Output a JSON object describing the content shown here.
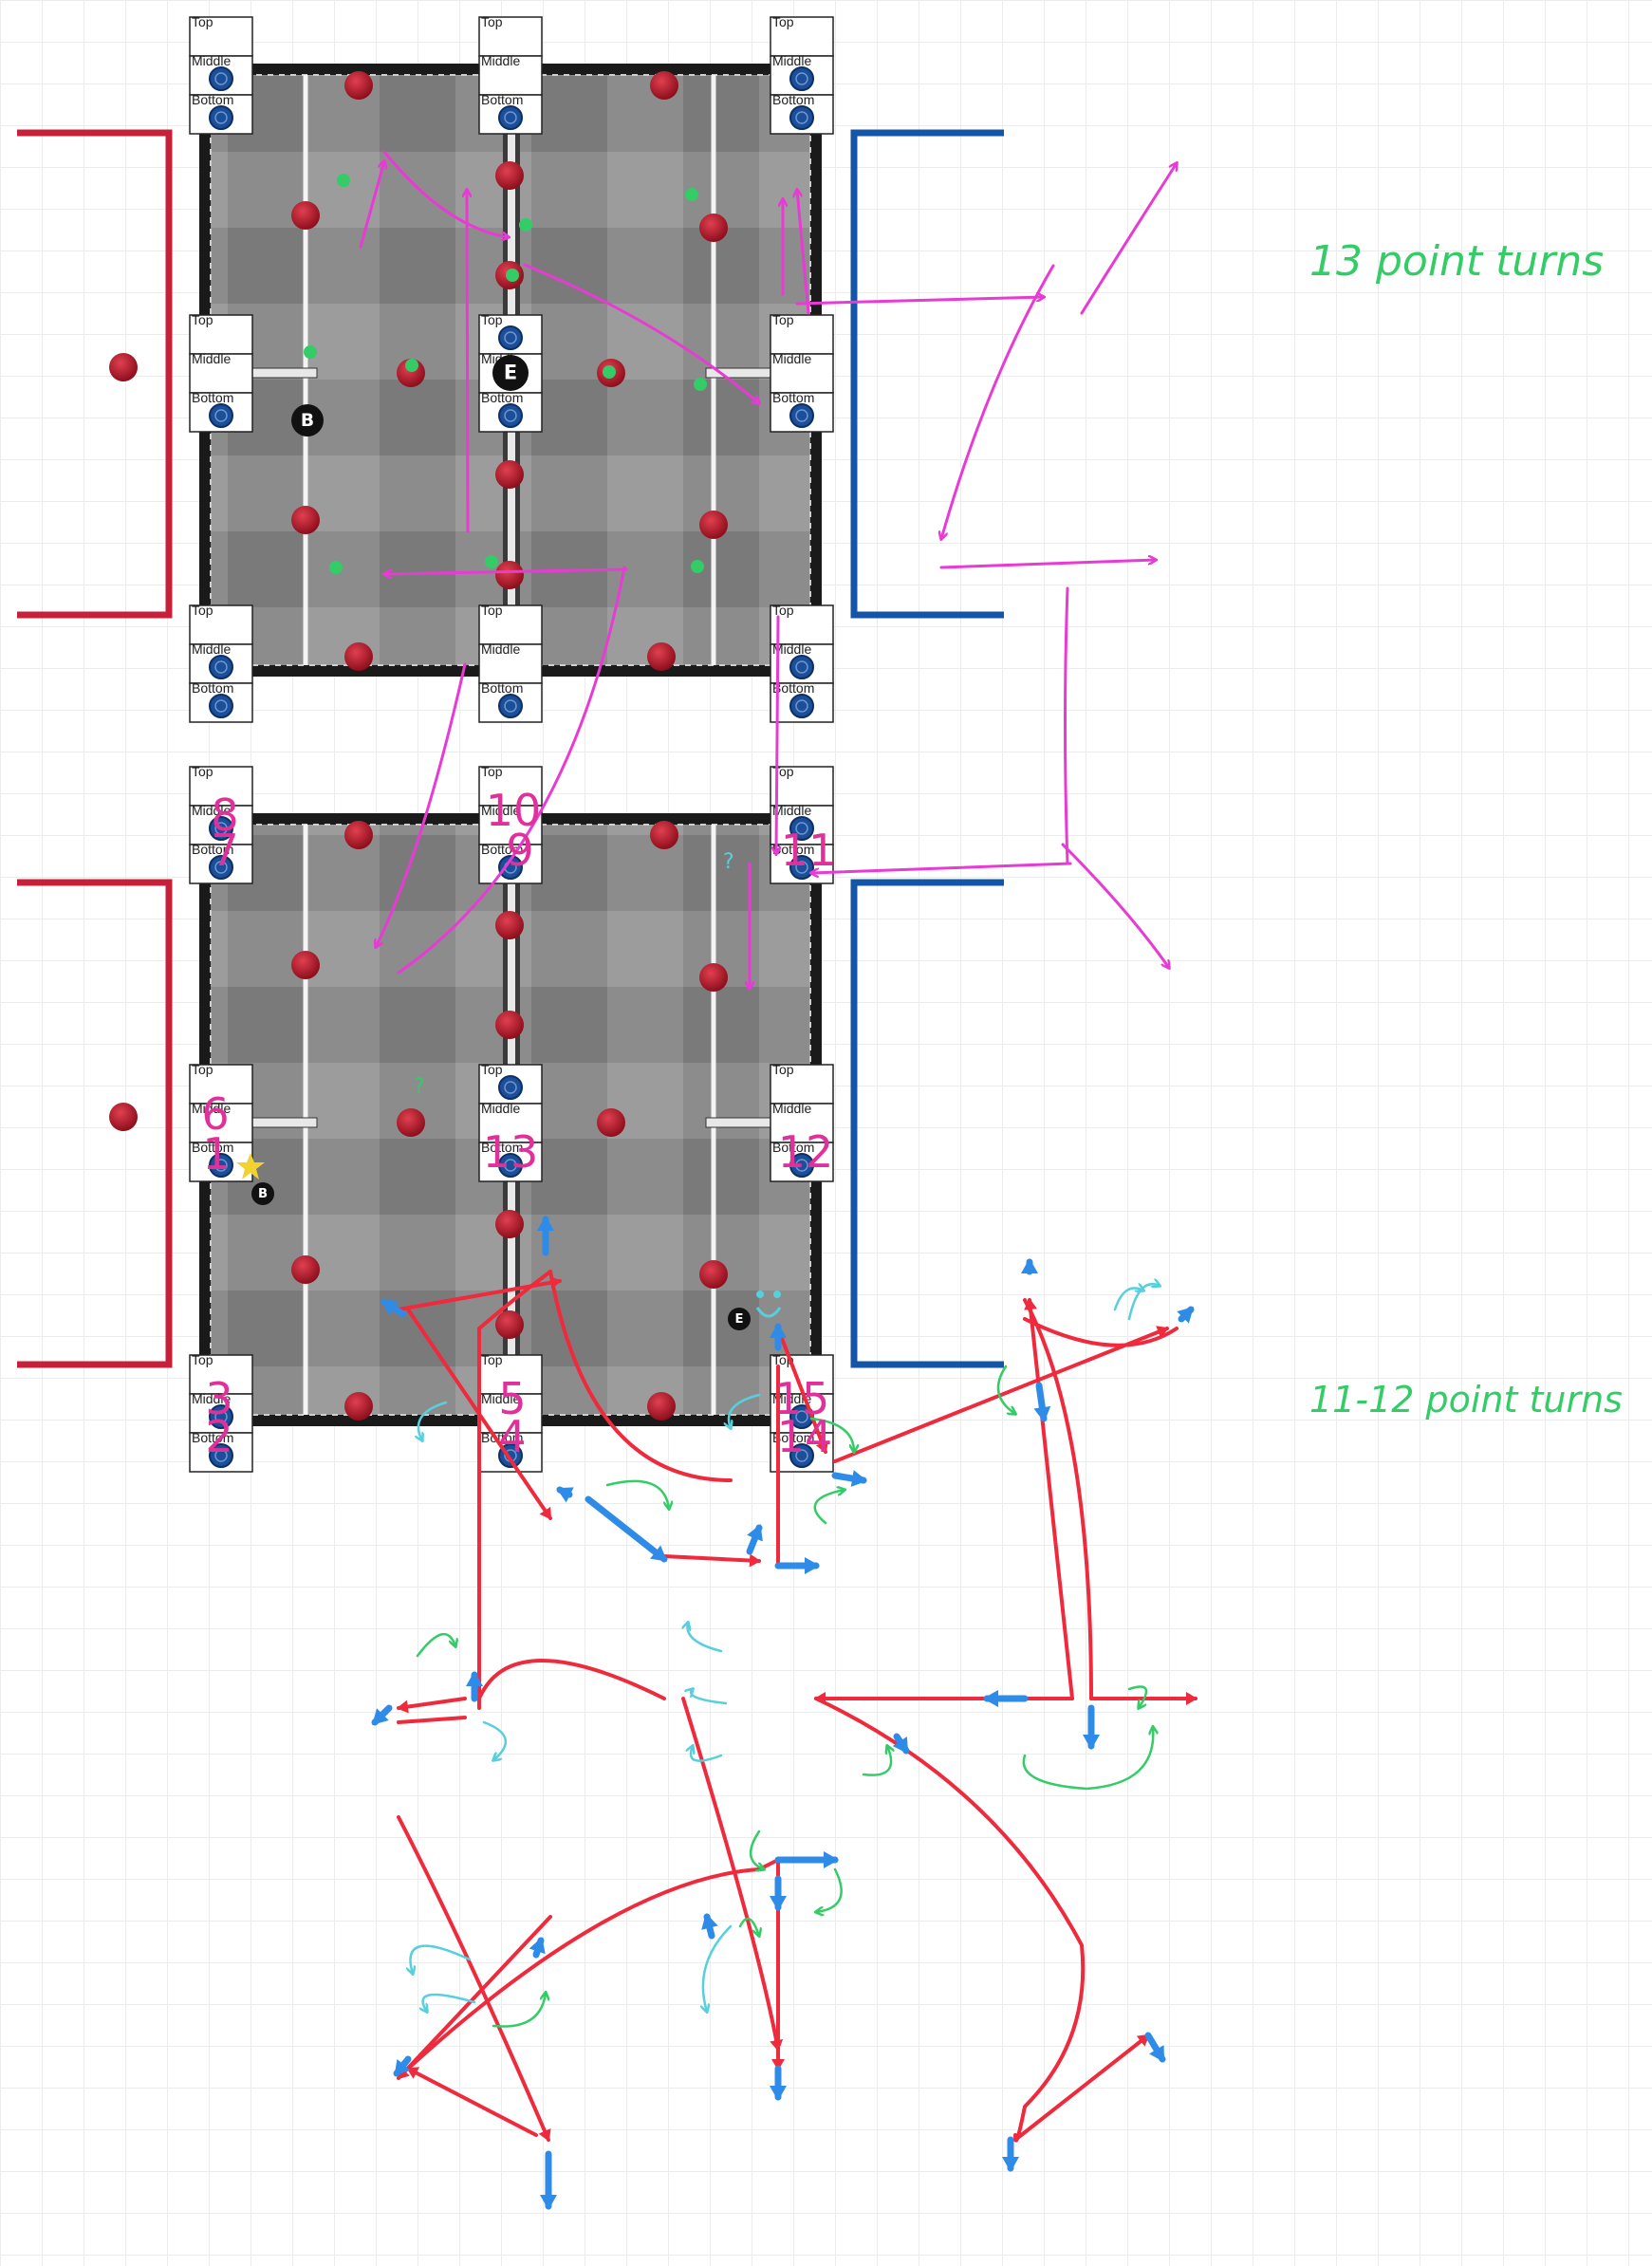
{
  "colors": {
    "red_zone": "#c8203a",
    "blue_zone": "#1356a8",
    "path_magenta": "#e83ad4",
    "path_red": "#ee2a3c",
    "arrow_blue": "#2f8be8",
    "turn_green": "#33cc66",
    "turn_cyan": "#55d0dc",
    "number_magenta": "#e0309a",
    "ball_red": "#b81426",
    "disc_blue": "#1b4f9a"
  },
  "goal_labels": {
    "top": "Top",
    "middle": "Middle",
    "bottom": "Bottom"
  },
  "field_top": {
    "note": "13 point turns",
    "start_marker": "B",
    "end_marker": "E"
  },
  "field_bottom": {
    "note": "11-12 point turns",
    "start_marker": "B",
    "end_marker": "E",
    "goal_numbers": [
      {
        "id": "tl-mid",
        "label": "8"
      },
      {
        "id": "tl-bot",
        "label": "7"
      },
      {
        "id": "tc-mid",
        "label": "10"
      },
      {
        "id": "tc-bot",
        "label": "9"
      },
      {
        "id": "tr-bot",
        "label": "11"
      },
      {
        "id": "ml-mid",
        "label": "6"
      },
      {
        "id": "ml-bot",
        "label": "1"
      },
      {
        "id": "mc-bot",
        "label": "13"
      },
      {
        "id": "mr-bot",
        "label": "12"
      },
      {
        "id": "bl-mid",
        "label": "3"
      },
      {
        "id": "bl-bot",
        "label": "2"
      },
      {
        "id": "bc-mid",
        "label": "5"
      },
      {
        "id": "bc-bot",
        "label": "4"
      },
      {
        "id": "br-mid",
        "label": "15"
      },
      {
        "id": "br-bot",
        "label": "14"
      }
    ],
    "question_marks": [
      "?",
      "?"
    ]
  },
  "icons": [
    "star-icon",
    "smiley-icon"
  ]
}
